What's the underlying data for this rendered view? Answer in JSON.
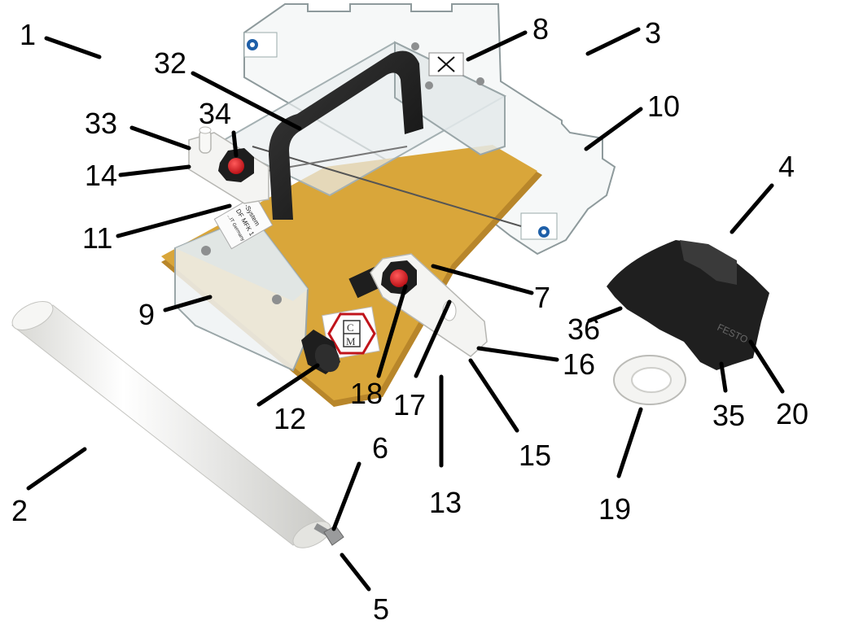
{
  "callouts": [
    "1",
    "2",
    "3",
    "4",
    "5",
    "6",
    "7",
    "8",
    "9",
    "10",
    "11",
    "12",
    "13",
    "14",
    "15",
    "16",
    "17",
    "18",
    "19",
    "20",
    "32",
    "33",
    "34",
    "35",
    "36"
  ],
  "sticker_text": {
    "board_label": [
      "-System",
      "DF MFK 1",
      "...IT Germany"
    ],
    "brand": "FESTO",
    "logo_letters": [
      "C",
      "M"
    ]
  },
  "colors": {
    "board": "#d9a63a",
    "board_edge": "#b8862a",
    "acrylic": "#eef2f3",
    "handle": "#1a1a1a",
    "white_part": "#f4f4f2",
    "knob_red": "#d8141b",
    "knob_black": "#1e1e1e",
    "logo_red": "#c0141b",
    "sticker_blue": "#1e5fa8"
  }
}
